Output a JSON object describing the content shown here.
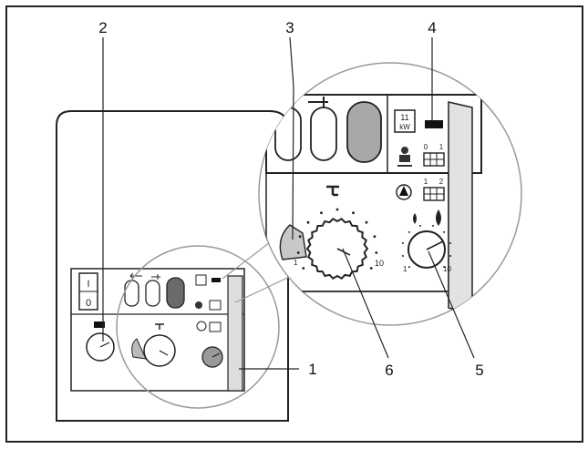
{
  "callouts": [
    "1",
    "2",
    "3",
    "4",
    "5",
    "6"
  ],
  "main_dial": {
    "min_label": "1",
    "max_label": "10"
  },
  "temp_dial": {
    "min_label": "1",
    "max_label": "10"
  },
  "power_badge": {
    "line1": "11",
    "line2": "kW"
  },
  "switch": {
    "on_label": "I",
    "off_label": "0"
  },
  "pump_switch_positions": [
    "1",
    "2"
  ],
  "burner_switch_positions": [
    "0",
    "1"
  ]
}
